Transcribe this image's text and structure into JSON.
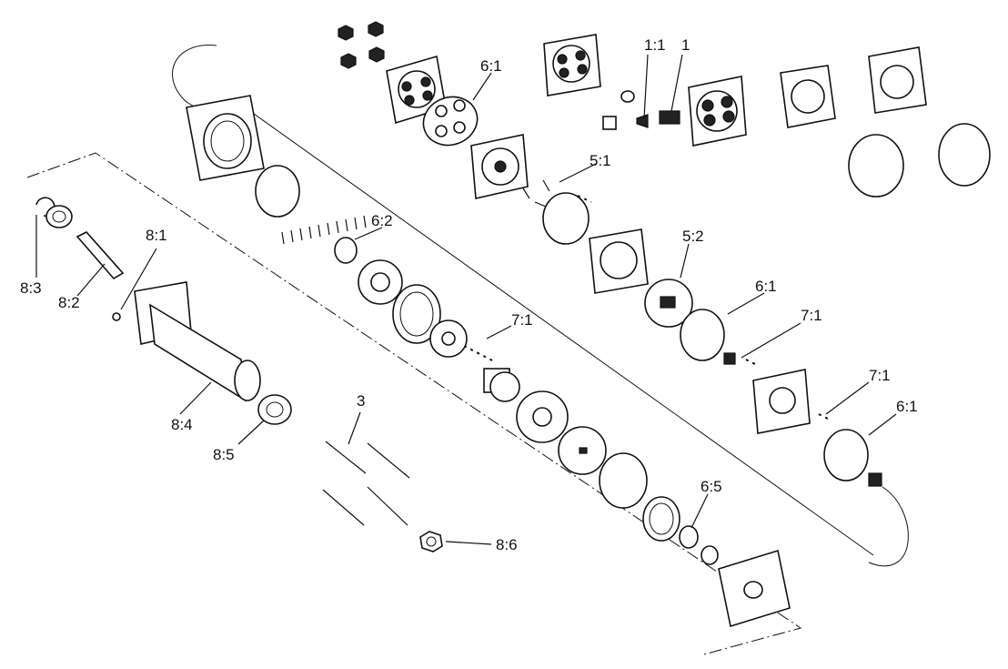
{
  "diagram": {
    "callouts": [
      {
        "id": "c-1-1",
        "text": "1:1"
      },
      {
        "id": "c-1",
        "text": "1"
      },
      {
        "id": "c-6-1-top",
        "text": "6:1"
      },
      {
        "id": "c-5-1",
        "text": "5:1"
      },
      {
        "id": "c-6-2",
        "text": "6:2"
      },
      {
        "id": "c-5-2",
        "text": "5:2"
      },
      {
        "id": "c-6-1-mid",
        "text": "6:1"
      },
      {
        "id": "c-7-1-mid",
        "text": "7:1"
      },
      {
        "id": "c-7-1-left",
        "text": "7:1"
      },
      {
        "id": "c-7-1-right",
        "text": "7:1"
      },
      {
        "id": "c-6-1-right",
        "text": "6:1"
      },
      {
        "id": "c-8-1",
        "text": "8:1"
      },
      {
        "id": "c-8-2",
        "text": "8:2"
      },
      {
        "id": "c-8-3",
        "text": "8:3"
      },
      {
        "id": "c-8-4",
        "text": "8:4"
      },
      {
        "id": "c-8-5",
        "text": "8:5"
      },
      {
        "id": "c-3",
        "text": "3"
      },
      {
        "id": "c-6-5",
        "text": "6:5"
      },
      {
        "id": "c-8-6",
        "text": "8:6"
      }
    ]
  }
}
